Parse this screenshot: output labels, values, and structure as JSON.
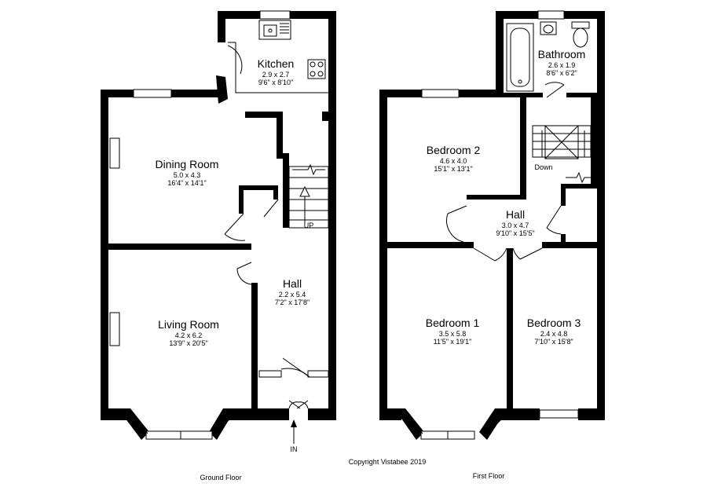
{
  "ground_floor": {
    "label": "Ground Floor",
    "rooms": {
      "kitchen": {
        "name": "Kitchen",
        "metric": "2.9 x 2.7",
        "imperial": "9'6\" x 8'10\""
      },
      "dining": {
        "name": "Dining Room",
        "metric": "5.0 x 4.3",
        "imperial": "16'4\" x 14'1\""
      },
      "living": {
        "name": "Living Room",
        "metric": "4.2 x 6.2",
        "imperial": "13'9\" x 20'5\""
      },
      "hall": {
        "name": "Hall",
        "metric": "2.2 x 5.4",
        "imperial": "7'2\" x 17'8\""
      }
    },
    "stairs_label": "UP",
    "entry_label": "IN"
  },
  "first_floor": {
    "label": "First Floor",
    "rooms": {
      "bathroom": {
        "name": "Bathroom",
        "metric": "2.6 x 1.9",
        "imperial": "8'6\" x 6'2\""
      },
      "bedroom2": {
        "name": "Bedroom 2",
        "metric": "4.6 x 4.0",
        "imperial": "15'1\" x 13'1\""
      },
      "hall": {
        "name": "Hall",
        "metric": "3.0 x 4.7",
        "imperial": "9'10\" x 15'5\""
      },
      "bedroom1": {
        "name": "Bedroom 1",
        "metric": "3.5 x 5.8",
        "imperial": "11'5\" x 19'1\""
      },
      "bedroom3": {
        "name": "Bedroom 3",
        "metric": "2.4 x 4.8",
        "imperial": "7'10\" x 15'8\""
      }
    },
    "stairs_label": "Down"
  },
  "copyright": "Copyright Vistabee 2019"
}
